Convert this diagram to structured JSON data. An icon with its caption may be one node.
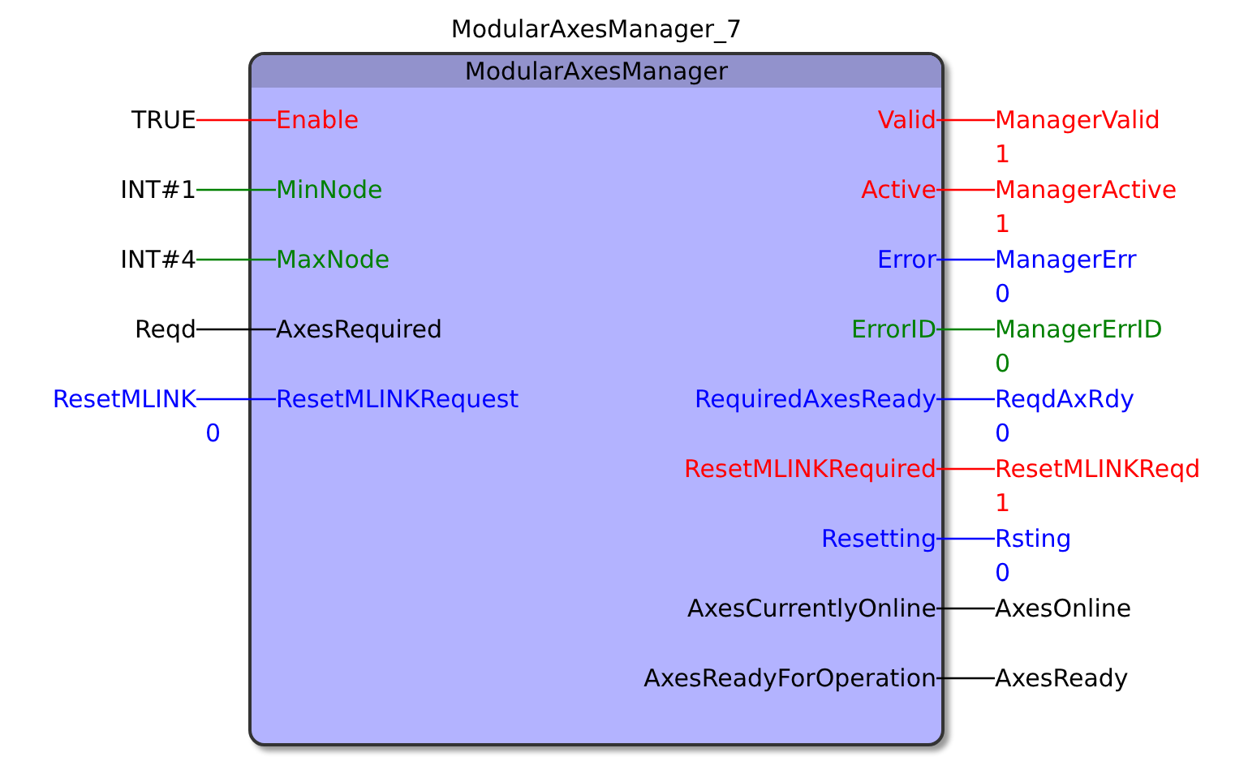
{
  "diagram": {
    "nodes": [
      {
        "text": [
          "ModularAxesManager_7",
          "ModularAxesManager"
        ]
      },
      {
        "text": [
          "TRUE"
        ]
      },
      {
        "text": [
          "INT#1"
        ]
      },
      {
        "text": [
          "INT#4"
        ]
      },
      {
        "text": [
          "Reqd"
        ]
      },
      {
        "text": [
          "ResetMLINK"
        ],
        "beside": [
          "0"
        ]
      },
      {
        "text": [
          "Enable"
        ],
        "in": 0
      },
      {
        "text": [
          "MinNode"
        ],
        "in": 0
      },
      {
        "text": [
          "MaxNode"
        ],
        "in": 0
      },
      {
        "text": [
          "AxesRequired"
        ],
        "in": 0
      },
      {
        "text": [
          "ResetMLINKRequest"
        ],
        "in": 0
      },
      {
        "text": [
          "Valid"
        ],
        "in": 0
      },
      {
        "text": [
          "Active"
        ],
        "in": 0
      },
      {
        "text": [
          "Error"
        ],
        "in": 0
      },
      {
        "text": [
          "ErrorID"
        ],
        "in": 0
      },
      {
        "text": [
          "RequiredAxesReady"
        ],
        "in": 0
      },
      {
        "text": [
          "ResetMLINKRequired"
        ],
        "in": 0
      },
      {
        "text": [
          "Resetting"
        ],
        "in": 0
      },
      {
        "text": [
          "AxesCurrentlyOnline"
        ],
        "in": 0
      },
      {
        "text": [
          "AxesReadyForOperation"
        ],
        "in": 0
      },
      {
        "text": [
          "ManagerValid"
        ],
        "beside": [
          "1"
        ]
      },
      {
        "text": [
          "ManagerActive"
        ],
        "beside": [
          "1"
        ]
      },
      {
        "text": [
          "ManagerErr"
        ],
        "beside": [
          "0"
        ]
      },
      {
        "text": [
          "ManagerErrID"
        ],
        "beside": [
          "0"
        ]
      },
      {
        "text": [
          "ReqdAxRdy"
        ],
        "beside": [
          "0"
        ]
      },
      {
        "text": [
          "ResetMLINKReqd"
        ],
        "beside": [
          "1"
        ]
      },
      {
        "text": [
          "Rsting"
        ],
        "beside": [
          "0"
        ]
      },
      {
        "text": [
          "AxesOnline"
        ]
      },
      {
        "text": [
          "AxesReady"
        ]
      }
    ],
    "edges": [
      {
        "from": 1,
        "to": 6,
        "arrow": "none",
        "color": "#ff0000"
      },
      {
        "from": 2,
        "to": 7,
        "arrow": "none",
        "color": "#008000"
      },
      {
        "from": 3,
        "to": 8,
        "arrow": "none",
        "color": "#008000"
      },
      {
        "from": 4,
        "to": 9,
        "arrow": "none",
        "color": "#000000"
      },
      {
        "from": 5,
        "to": 10,
        "arrow": "none",
        "color": "#0000ff"
      },
      {
        "from": 11,
        "to": 20,
        "arrow": "none",
        "color": "#ff0000"
      },
      {
        "from": 12,
        "to": 21,
        "arrow": "none",
        "color": "#ff0000"
      },
      {
        "from": 13,
        "to": 22,
        "arrow": "none",
        "color": "#0000ff"
      },
      {
        "from": 14,
        "to": 23,
        "arrow": "none",
        "color": "#008000"
      },
      {
        "from": 15,
        "to": 24,
        "arrow": "none",
        "color": "#0000ff"
      },
      {
        "from": 16,
        "to": 25,
        "arrow": "none",
        "color": "#ff0000"
      },
      {
        "from": 17,
        "to": 26,
        "arrow": "none",
        "color": "#0000ff"
      },
      {
        "from": 18,
        "to": 27,
        "arrow": "none",
        "color": "#000000"
      },
      {
        "from": 19,
        "to": 28,
        "arrow": "none",
        "color": "#000000"
      }
    ]
  }
}
